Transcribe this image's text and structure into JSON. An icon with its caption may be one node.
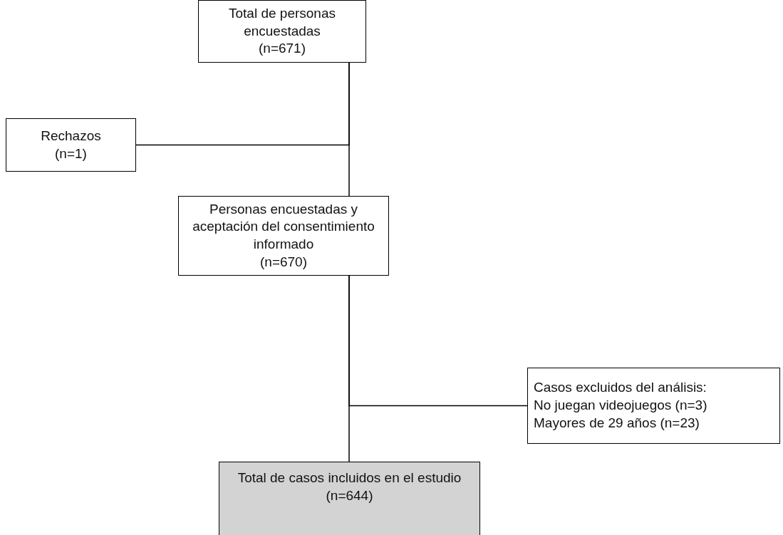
{
  "diagram": {
    "nodes": [
      {
        "text": [
          "Total de personas encuestadas",
          "(n=671)"
        ]
      },
      {
        "text": [
          "Rechazos",
          "(n=1)"
        ]
      },
      {
        "text": [
          "Personas encuestadas y aceptación del consentimiento informado",
          "(n=670)"
        ]
      },
      {
        "text": [
          "Casos excluidos del análisis:",
          "No juegan videojuegos (n=3)",
          "Mayores de 29 años (n=23)"
        ]
      },
      {
        "text": [
          "Total de casos incluidos en el estudio",
          "(n=644)"
        ]
      }
    ],
    "edges": [
      {
        "from": 0,
        "to": 2,
        "arrow": "none"
      },
      {
        "from": 0,
        "to": 1,
        "arrow": "none"
      },
      {
        "from": 2,
        "to": 4,
        "arrow": "none"
      },
      {
        "from": 2,
        "to": 3,
        "arrow": "none"
      }
    ]
  }
}
